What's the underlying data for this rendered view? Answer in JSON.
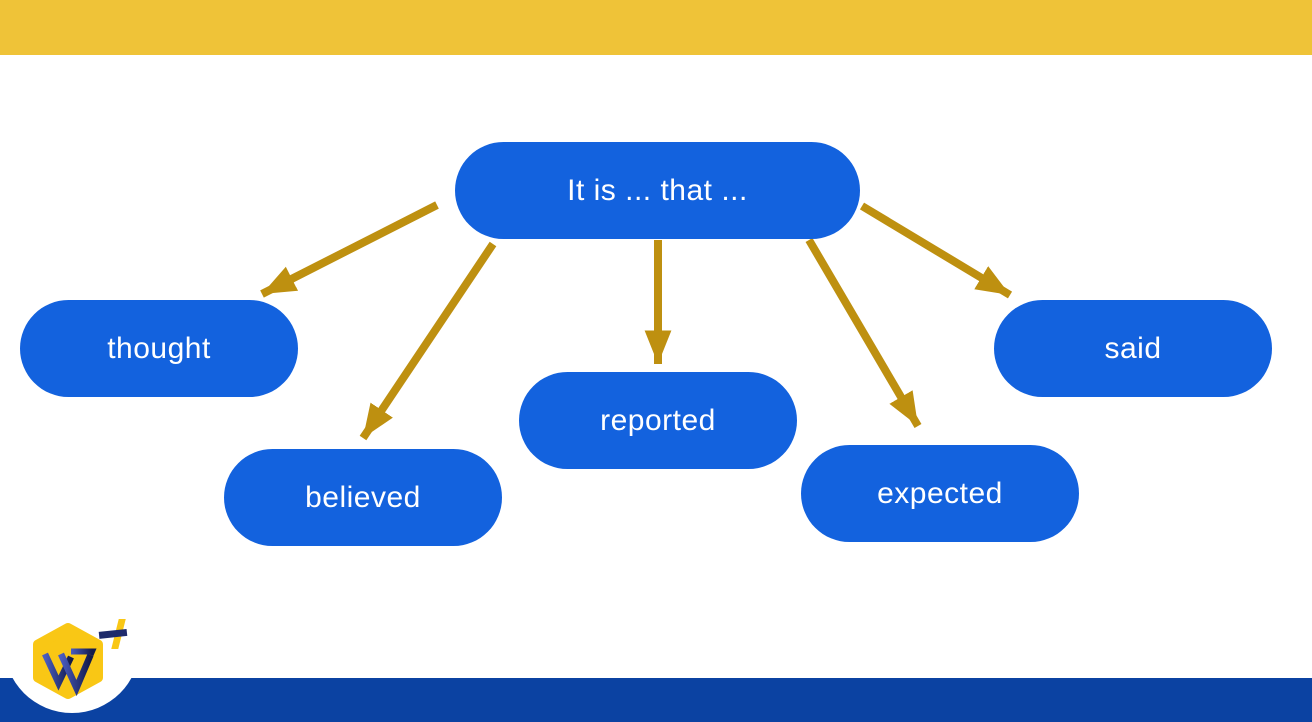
{
  "diagram": {
    "root": {
      "label": "It is ... that ..."
    },
    "nodes": [
      {
        "label": "thought"
      },
      {
        "label": "believed"
      },
      {
        "label": "reported"
      },
      {
        "label": "expected"
      },
      {
        "label": "said"
      }
    ],
    "edges": [
      {
        "from": "root",
        "to": "thought"
      },
      {
        "from": "root",
        "to": "believed"
      },
      {
        "from": "root",
        "to": "reported"
      },
      {
        "from": "root",
        "to": "expected"
      },
      {
        "from": "root",
        "to": "said"
      }
    ]
  },
  "logo": {
    "mark": "W",
    "plus_glyph": "+"
  },
  "colors": {
    "top_bar": "#EFC338",
    "node_fill": "#1362DE",
    "node_text": "#FFFFFF",
    "arrow": "#BE9010",
    "footer_bar": "#0B42A2",
    "logo_hexagon": "#F9C715",
    "logo_mark_navy": "#1E2A6B"
  }
}
